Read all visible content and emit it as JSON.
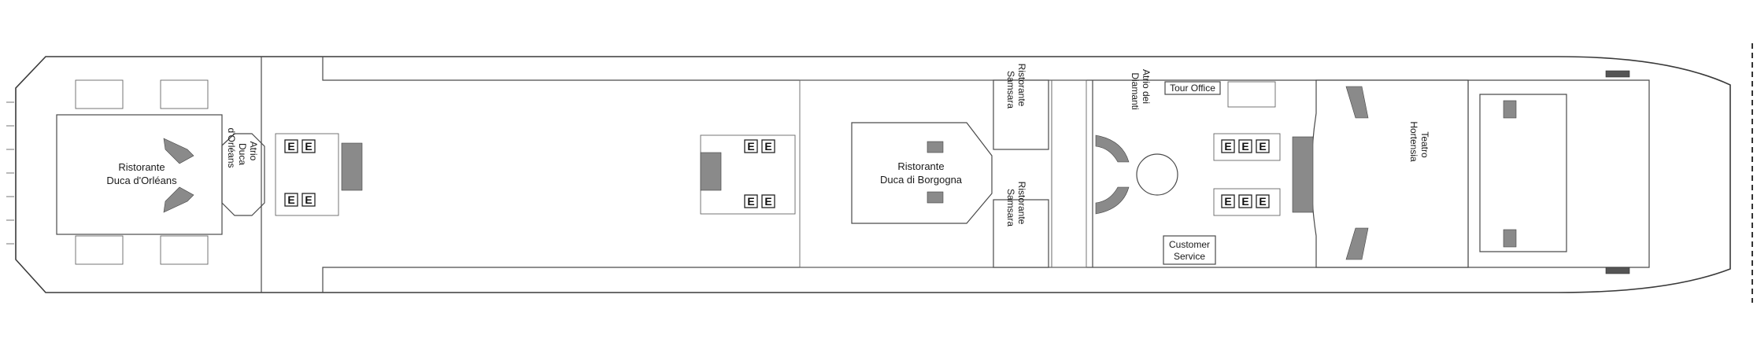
{
  "labels": {
    "duca_orleans_1": "Ristorante",
    "duca_orleans_2": "Duca d'Orléans",
    "atrio_duca_1": "Atrio",
    "atrio_duca_2": "Duca",
    "atrio_duca_3": "d'Orléans",
    "borgogna_1": "Ristorante",
    "borgogna_2": "Duca di Borgogna",
    "samsara_top_1": "Ristorante",
    "samsara_top_2": "Samsara",
    "samsara_bot_1": "Ristorante",
    "samsara_bot_2": "Samsara",
    "atrio_diamanti_1": "Atrio dei",
    "atrio_diamanti_2": "Diamanti",
    "tour_office": "Tour Office",
    "customer_1": "Customer",
    "customer_2": "Service",
    "teatro_1": "Teatro",
    "teatro_2": "Hortensia"
  },
  "elevator_letter": "E",
  "colors": {
    "line": "#4a4a4a",
    "stair": "#8a8a8a",
    "background": "#ffffff"
  }
}
